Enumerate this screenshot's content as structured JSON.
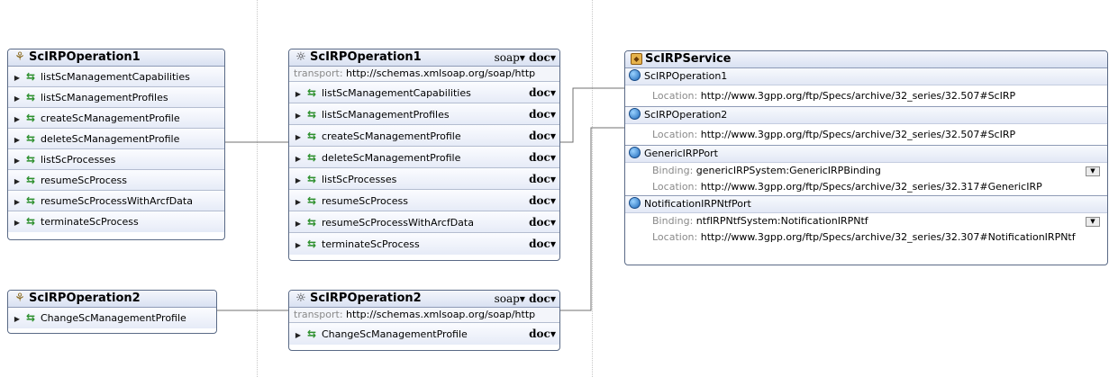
{
  "port_types": [
    {
      "name": "ScIRPOperation1",
      "icon": "port-type-icon",
      "operations": [
        "listScManagementCapabilities",
        "listScManagementProfiles",
        "createScManagementProfile",
        "deleteScManagementProfile",
        "listScProcesses",
        "resumeScProcess",
        "resumeScProcessWithArcfData",
        "terminateScProcess"
      ]
    },
    {
      "name": "ScIRPOperation2",
      "icon": "port-type-icon",
      "operations": [
        "ChangeScManagementProfile"
      ]
    }
  ],
  "bindings": [
    {
      "name": "ScIRPOperation1",
      "icon": "binding-icon",
      "style": "soap",
      "use": "doc",
      "transport_label": "transport:",
      "transport": "http://schemas.xmlsoap.org/soap/http",
      "operations": [
        "listScManagementCapabilities",
        "listScManagementProfiles",
        "createScManagementProfile",
        "deleteScManagementProfile",
        "listScProcesses",
        "resumeScProcess",
        "resumeScProcessWithArcfData",
        "terminateScProcess"
      ],
      "op_use": "doc"
    },
    {
      "name": "ScIRPOperation2",
      "icon": "binding-icon",
      "style": "soap",
      "use": "doc",
      "transport_label": "transport:",
      "transport": "http://schemas.xmlsoap.org/soap/http",
      "operations": [
        "ChangeScManagementProfile"
      ],
      "op_use": "doc"
    }
  ],
  "service": {
    "name": "ScIRPService",
    "icon": "service-icon",
    "location_label": "Location:",
    "binding_label": "Binding:",
    "ports": [
      {
        "name": "ScIRPOperation1",
        "location": "http://www.3gpp.org/ftp/Specs/archive/32_series/32.507#ScIRP"
      },
      {
        "name": "ScIRPOperation2",
        "location": "http://www.3gpp.org/ftp/Specs/archive/32_series/32.507#ScIRP"
      },
      {
        "name": "GenericIRPPort",
        "binding": "genericIRPSystem:GenericIRPBinding",
        "location": "http://www.3gpp.org/ftp/Specs/archive/32_series/32.317#GenericIRP"
      },
      {
        "name": "NotificationIRPNtfPort",
        "binding": "ntfIRPNtfSystem:NotificationIRPNtf",
        "location": "http://www.3gpp.org/ftp/Specs/archive/32_series/32.307#NotificationIRPNtf"
      }
    ]
  },
  "colors": {
    "border": "#5a6a86",
    "header": "#d9e1f2",
    "connector": "#707070",
    "arrow": "#2c8f2c"
  }
}
